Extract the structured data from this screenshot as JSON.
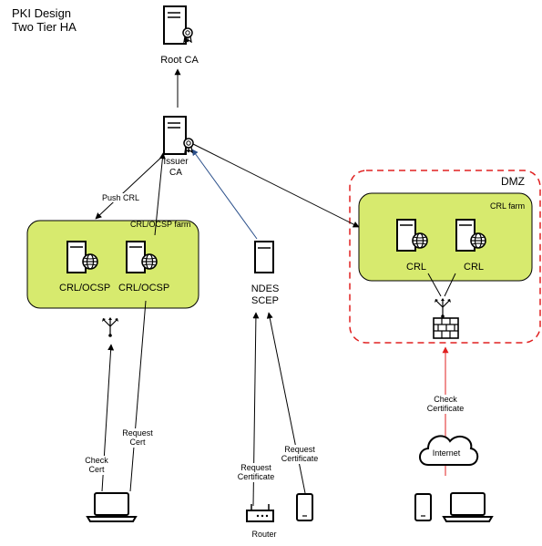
{
  "title": {
    "line1": "PKI Design",
    "line2": "Two Tier HA"
  },
  "root_ca": {
    "label": "Root CA"
  },
  "issuer_ca": {
    "line1": "Issuer",
    "line2": "CA"
  },
  "ocsp_farm": {
    "label": "CRL/OCSP farm",
    "servers": [
      {
        "label": "CRL/OCSP"
      },
      {
        "label": "CRL/OCSP"
      }
    ]
  },
  "ndes": {
    "line1": "NDES",
    "line2": "SCEP"
  },
  "dmz": {
    "label": "DMZ",
    "farm_label": "CRL farm",
    "servers": [
      {
        "label": "CRL"
      },
      {
        "label": "CRL"
      }
    ],
    "internet_label": "Internet"
  },
  "edges": {
    "push_crl": "Push CRL",
    "check_cert": {
      "line1": "Check",
      "line2": "Cert"
    },
    "request_cert": {
      "line1": "Request",
      "line2": "Cert"
    },
    "router_request": {
      "line1": "Request",
      "line2": "Certificate"
    },
    "phone_request": {
      "line1": "Request",
      "line2": "Certificate"
    },
    "check_certificate": {
      "line1": "Check",
      "line2": "Certificate"
    }
  },
  "devices": {
    "router_label": "Router"
  },
  "colors": {
    "farm_fill": "#d7ea6e",
    "dmz_border": "#e02020",
    "ndes_link": "#2a4f8a",
    "internet_link": "#e02020"
  }
}
